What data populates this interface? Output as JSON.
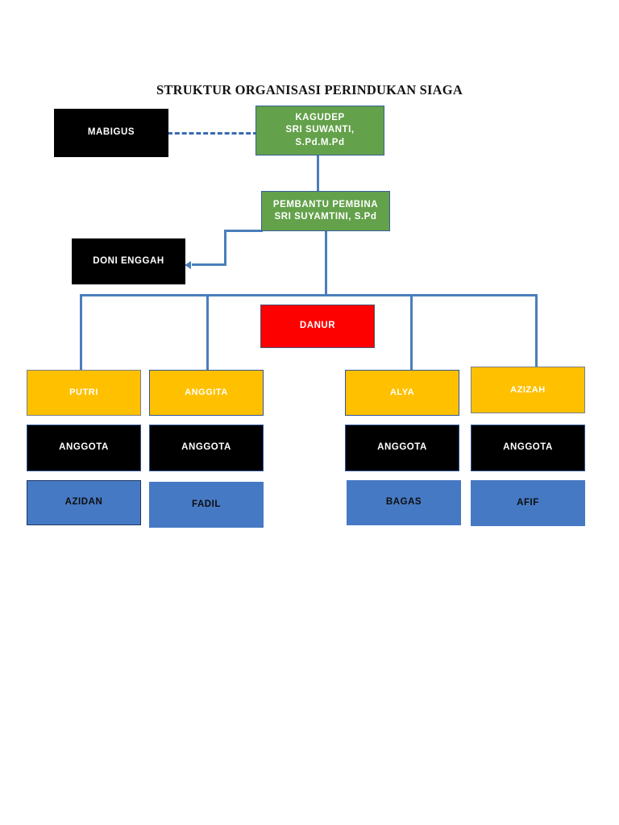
{
  "title": "STRUKTUR ORGANISASI PERINDUKAN SIAGA",
  "colors": {
    "black_box": "#000000",
    "green_box": "#63A14A",
    "red_box": "#FD0000",
    "orange_box": "#FFC000",
    "blue_box": "#4679C4",
    "connector_blue": "#4A7EBB",
    "border_navy": "#2F5496",
    "white_text": "#FFFFFF",
    "black_text": "#0D0D0D",
    "title_text": "#141414",
    "page_background": "#FFFFFF"
  },
  "nodes": {
    "mabigus": {
      "line1": "MABIGUS"
    },
    "kagudep": {
      "line1": "KAGUDEP",
      "line2": "SRI SUWANTI,",
      "line3": "S.Pd.M.Pd"
    },
    "pembantu_pembina": {
      "line1": "PEMBANTU PEMBINA",
      "line2": "SRI SUYAMTINI, S.Pd"
    },
    "doni_enggah": {
      "line1": "DONI ENGGAH"
    },
    "danur": {
      "line1": "DANUR"
    }
  },
  "columns": [
    {
      "leader": "PUTRI",
      "role": "ANGGOTA",
      "member": "AZIDAN"
    },
    {
      "leader": "ANGGITA",
      "role": "ANGGOTA",
      "member": "FADIL"
    },
    {
      "leader": "ALYA",
      "role": "ANGGOTA",
      "member": "BAGAS"
    },
    {
      "leader": "AZIZAH",
      "role": "ANGGOTA",
      "member": "AFIF"
    }
  ]
}
